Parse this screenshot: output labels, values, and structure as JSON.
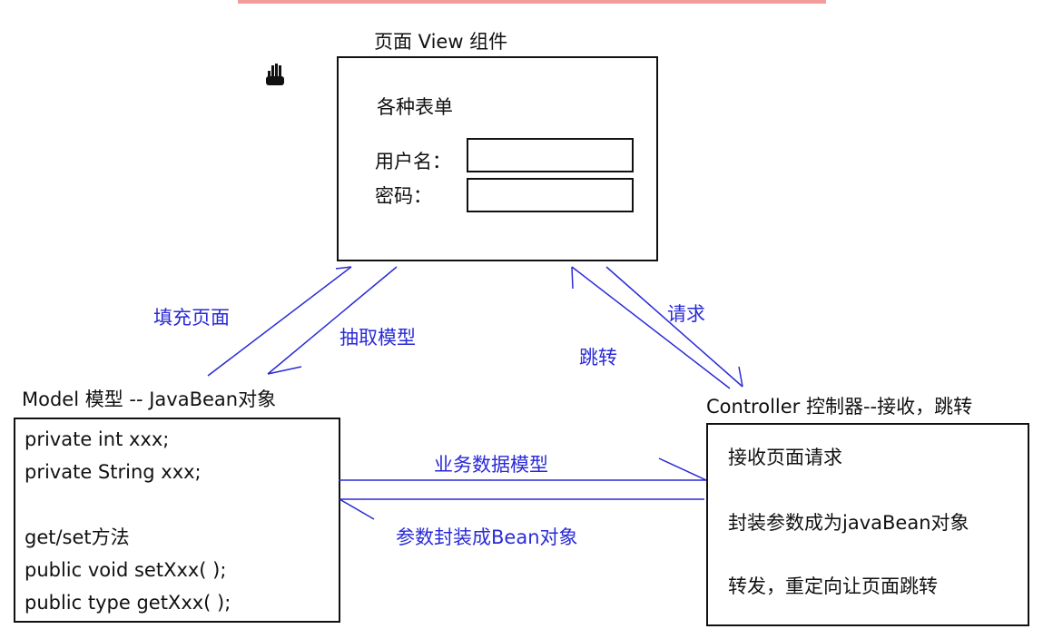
{
  "view": {
    "title": "页面 View  组件",
    "forms_label": "各种表单",
    "username_label": "用户名：",
    "password_label": "密码："
  },
  "model": {
    "title": "Model 模型 -- JavaBean对象",
    "lines": [
      "private int xxx;",
      "private String xxx;",
      "",
      "get/set方法",
      "public void setXxx(  );",
      "public type getXxx(  );"
    ]
  },
  "controller": {
    "title": "Controller 控制器--接收，跳转",
    "lines": [
      "接收页面请求",
      "封装参数成为javaBean对象",
      "转发，重定向让页面跳转"
    ]
  },
  "edges": {
    "fill_page": "填充页面",
    "extract_model": "抽取模型",
    "request": "请求",
    "redirect": "跳转",
    "business_data_model": "业务数据模型",
    "wrap_params": "参数封装成Bean对象"
  },
  "colors": {
    "line": "#2a2ad8",
    "text": "#111111",
    "label": "#2a2ad8"
  }
}
